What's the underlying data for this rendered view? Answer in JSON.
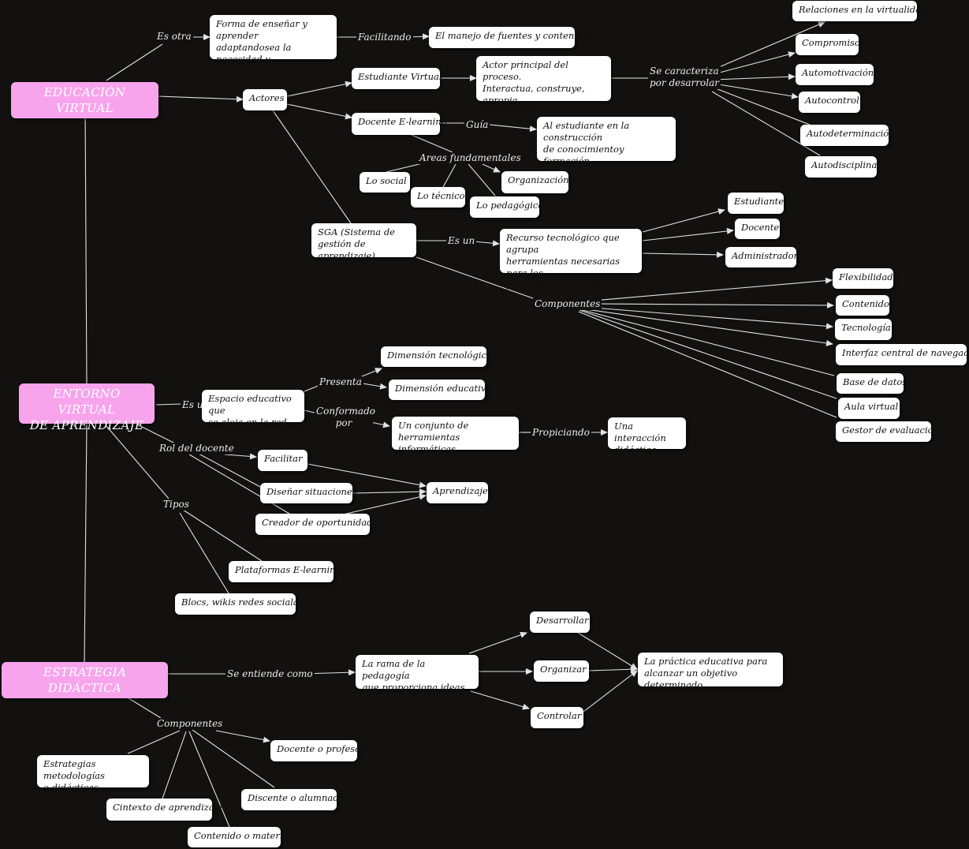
{
  "colors": {
    "background": "#121110",
    "topic": "#f7a4ec",
    "node": "#ffffff",
    "line": "#dfe3e5"
  },
  "topics": {
    "virtual": "EDUCACIÓN  VIRTUAL",
    "entorno": "ENTORNO VIRTUAL\nDE APRENDIZAJE",
    "estrategia": "ESTRATEGIA DIDÁCTICA"
  },
  "nodes": {
    "forma": "Forma de enseñar y aprender\nadaptandosea la necesidad y\n tiempo del estudiante.",
    "manejo": "El manejo de fuentes y contenidos",
    "actores": "Actores",
    "estudiante_virtual": "Estudiante Virtual",
    "actor_principal": "Actor principal del proceso.\nInteractua, construye, apropia\ny transfiere.",
    "relaciones": "Relaciones en la virtualidad",
    "compromiso": "Compromiso",
    "automotivacion": "Automotivación",
    "autocontrol": "Autocontrol",
    "autodeterminacion": "Autodeterminación",
    "autodisciplina": "Autodisciplina",
    "docente_elearning": "Docente E-learning",
    "al_estudiante": "Al estudiante en la construcción\nde conocimientoy formación\nintegral",
    "lo_social": "Lo social",
    "lo_tecnico": "Lo técnico",
    "lo_pedagogico": "Lo pedagógico",
    "organizacion": "Organización",
    "sga": "SGA (Sistema de\ngestión de aprendizaje)",
    "recurso": "Recurso tecnológico que agrupa\nherramientas necesarias para los\nprincipales usuarios:",
    "estudiante": "Estudiante",
    "docente": "Docente",
    "administrador": "Administrador",
    "flexibilidad": "Flexibilidad",
    "contenido": "Contenido",
    "tecnologia": "Tecnología",
    "interfaz": "Interfaz central de navegación",
    "base_datos": "Base de datos",
    "aula_virtual": "Aula virtual",
    "gestor": "Gestor de evaluación",
    "dim_tec": "Dimensión tecnológicas",
    "dim_edu": "Dimensión educativa",
    "espacio": "Espacio educativo que\nse aloja en la red.",
    "conjunto": "Un conjunto de herramientas\ninformáticas",
    "interaccion": "Una interacción\ndidáctica",
    "facilitar": "Facilitar",
    "disenar": "Diseñar situaciones",
    "creador": "Creador de oportunidades",
    "aprendizaje": "Aprendizaje",
    "plataformas": "Plataformas E-learning",
    "blocs": "Blocs, wikis redes socialaes",
    "rama": "La rama de la pedagogía\nque proporciona ideas para:",
    "desarrollar": "Desarrollar",
    "organizar": "Organizar",
    "controlar": "Controlar",
    "practica": "La práctica educativa para\nalcanzar un objetivo determinado",
    "docente_profesor": "Docente o profesor",
    "estrategias": "Estrategias metodologías\no didácticas",
    "discente": "Discente o alumnado",
    "cintexto": "Cintexto de aprendizaje",
    "contenido_materia": "Contenido o materia"
  },
  "labels": {
    "es_otra": "Es otra",
    "facilitando": "Facilitando",
    "se_caracteriza": "Se caracteriza\npor desarrolar",
    "guia": "Guía",
    "areas": "Areas fundamentales",
    "es_un": "Es un",
    "componentes_sga": "Componentes",
    "es_un_entorno": "Es un",
    "presenta": "Presenta",
    "conformado": "Conformado\npor",
    "propiciando": "Propiciando",
    "rol_docente": "Rol del docente",
    "tipos": "Tipos",
    "se_entiende": "Se entiende como",
    "componentes_est": "Componentes"
  }
}
